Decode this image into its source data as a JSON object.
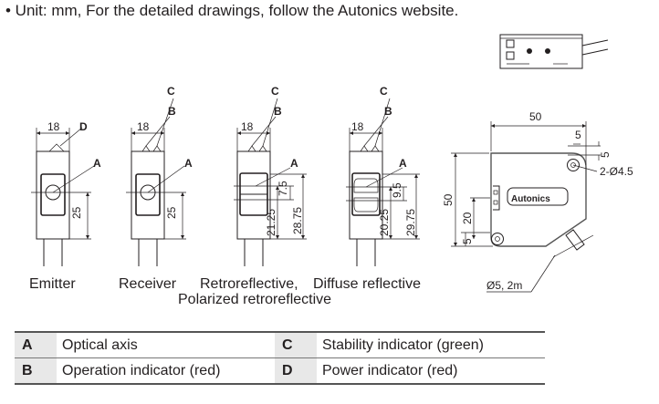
{
  "note": "• Unit: mm, For the detailed drawings, follow the Autonics website.",
  "brand_logo": "Autonics",
  "dims": {
    "w18": "18",
    "h25": "25",
    "d2125": "21.25",
    "d75": "7.5",
    "d2875": "28.75",
    "d2025": "20.25",
    "d95": "9.5",
    "d2975": "29.75",
    "w50": "50",
    "h50": "50",
    "d5": "5",
    "hole": "2-Ø4.5",
    "d20": "20",
    "cable": "Ø5, 2m"
  },
  "labels": {
    "a": "A",
    "b": "B",
    "c": "C",
    "d": "D"
  },
  "captions": {
    "emitter": "Emitter",
    "receiver": "Receiver",
    "retro": "Retroreflective,",
    "polarized": "Polarized retroreflective",
    "diffuse": "Diffuse reflective"
  },
  "legend": [
    {
      "k1": "A",
      "v1": "Optical axis",
      "k2": "C",
      "v2": "Stability indicator (green)"
    },
    {
      "k1": "B",
      "v1": "Operation indicator (red)",
      "k2": "D",
      "v2": "Power indicator (red)"
    }
  ]
}
